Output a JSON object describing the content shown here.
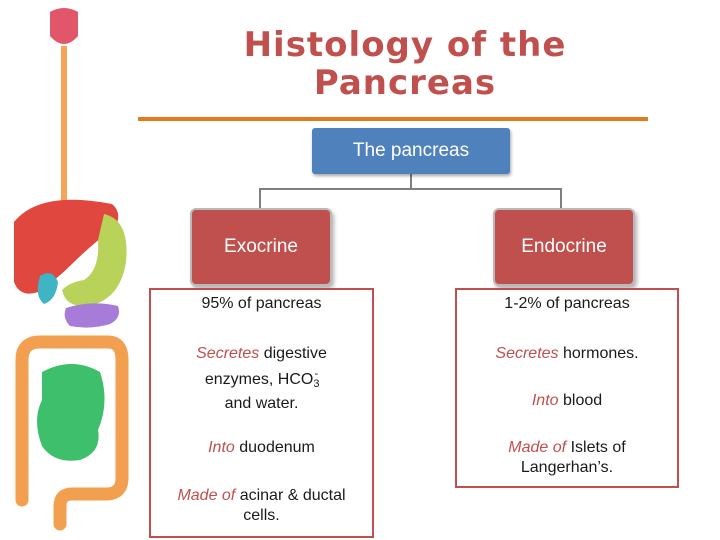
{
  "title": {
    "line1": "Histology of the",
    "line2": "Pancreas"
  },
  "root": {
    "label": "The pancreas"
  },
  "exocrine": {
    "label": "Exocrine",
    "percent": "95% of pancreas",
    "secretes_keyword": "Secretes",
    "secretes_text1": "digestive",
    "secretes_text2": "enzymes, HCO",
    "secretes_sub": "3",
    "secretes_sup": "-",
    "secretes_text3": "and water.",
    "into_keyword": "Into",
    "into_text": "duodenum",
    "made_keyword": "Made of",
    "made_text1": "acinar & ductal",
    "made_text2": "cells."
  },
  "endocrine": {
    "label": "Endocrine",
    "percent": "1-2% of pancreas",
    "secretes_keyword": "Secretes",
    "secretes_text": "hormones.",
    "into_keyword": "Into",
    "into_text": "blood",
    "made_keyword": "Made of",
    "made_text1": "Islets of",
    "made_text2": "Langerhan’s."
  },
  "colors": {
    "title": "#c0504d",
    "root_box": "#4f81bd",
    "head_box": "#c0504d",
    "panel_border": "#c0504d",
    "title_rule": "#e07b1f",
    "keyword": "#c0504d"
  },
  "illustration": "digestive-system-icon"
}
